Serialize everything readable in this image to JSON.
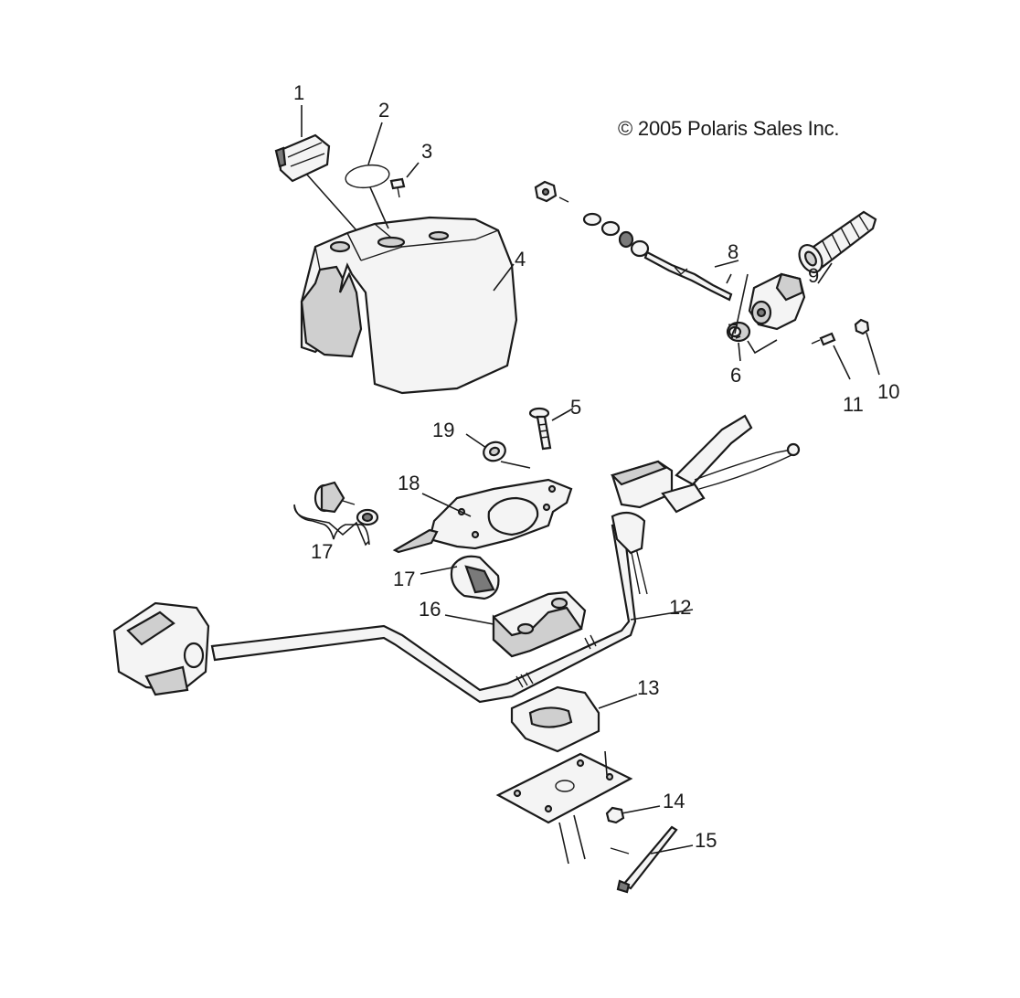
{
  "copyright": "© 2005 Polaris Sales Inc.",
  "callouts": [
    "1",
    "2",
    "3",
    "4",
    "5",
    "6",
    "7",
    "8",
    "9",
    "10",
    "11",
    "12",
    "13",
    "14",
    "15",
    "16",
    "17",
    "17",
    "18",
    "19"
  ]
}
